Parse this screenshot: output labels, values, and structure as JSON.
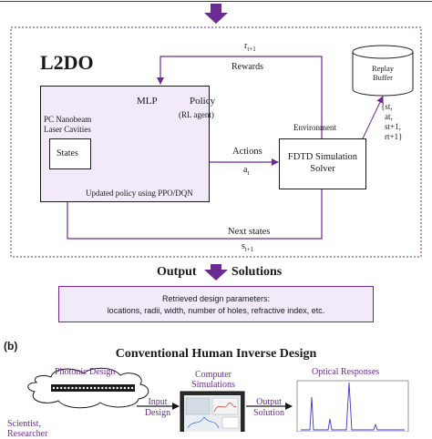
{
  "colors": {
    "accent": "#6a2c91",
    "accent_light": "#f2eaf8",
    "flow": "#6a2c91"
  },
  "top_arrow": {
    "icon": "down-arrow-icon"
  },
  "l2do": {
    "title": "L2DO",
    "agent": {
      "cavity_label": "PC Nanobeam Laser Cavities",
      "cavity_line1": "PC Nanobeam",
      "cavity_line2": "Laser Cavities",
      "states_label": "States",
      "mlp_label": "MLP",
      "policy_label": "Policy",
      "rl_agent_label": "(RL agent)",
      "update_label": "Updated policy using PPO/DQN"
    },
    "environment": {
      "label": "Environment",
      "solver_line1": "FDTD Simulation",
      "solver_line2": "Solver"
    },
    "replay_buffer": {
      "line1": "Replay",
      "line2": "Buffer"
    },
    "tuple": [
      "{s",
      "a",
      "s",
      "r"
    ],
    "tuple_lines": [
      "{st,",
      "at,",
      "st+1,",
      "rt+1}"
    ],
    "reward_label": "Rewards",
    "reward_sym": "r",
    "reward_sub": "t+1",
    "actions_label": "Actions",
    "actions_sym": "a",
    "actions_sub": "t",
    "next_states_label": "Next states",
    "next_states_sym": "s",
    "next_states_sub": "t+1"
  },
  "output": {
    "left": "Output",
    "right": "Solutions",
    "line1": "Retrieved design parameters:",
    "line2": "locations, radii, width, number of holes, refractive index, etc."
  },
  "panel_b": {
    "tag": "(b)",
    "title": "Conventional Human Inverse Design",
    "photonic_design": "Photonic Design",
    "computer_line1": "Computer",
    "computer_line2": "Simulations",
    "optical_responses": "Optical Responses",
    "input_line1": "Input",
    "input_line2": "Design",
    "output_line1": "Output",
    "output_line2": "Solution",
    "scientist_line1": "Scientist,",
    "scientist_line2": "Researcher"
  }
}
